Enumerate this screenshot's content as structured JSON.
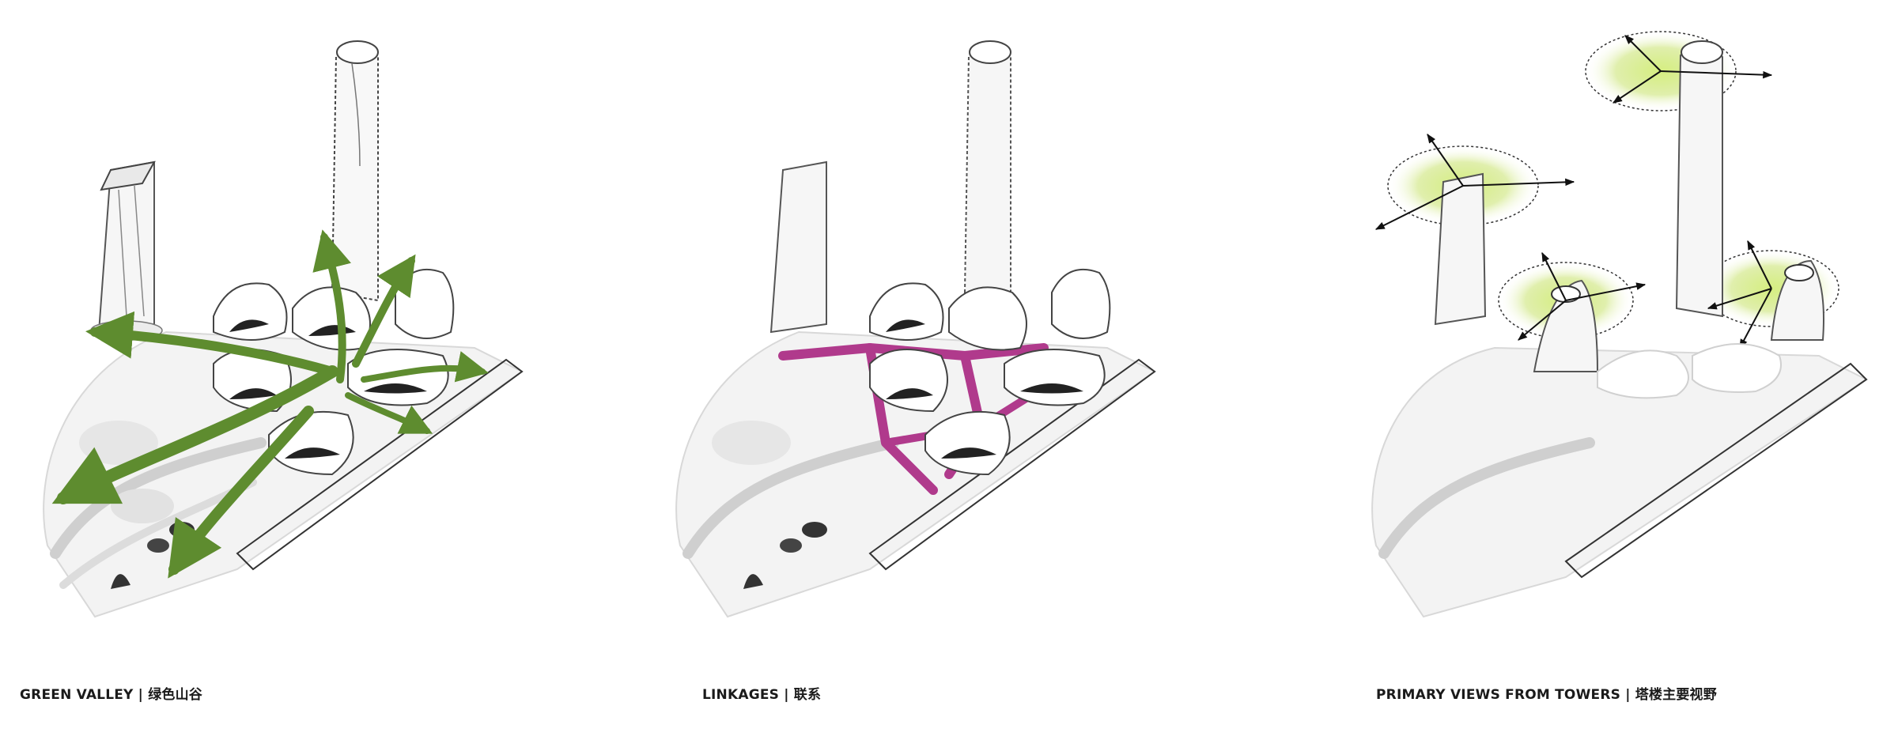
{
  "panels": [
    {
      "caption": "GREEN VALLEY | 绿色山谷",
      "accent": "#5e8c2f"
    },
    {
      "caption": "LINKAGES | 联系",
      "accent": "#b03a8c"
    },
    {
      "caption": "PRIMARY VIEWS FROM TOWERS | 塔楼主要视野",
      "accent": "#b6d85a"
    }
  ]
}
